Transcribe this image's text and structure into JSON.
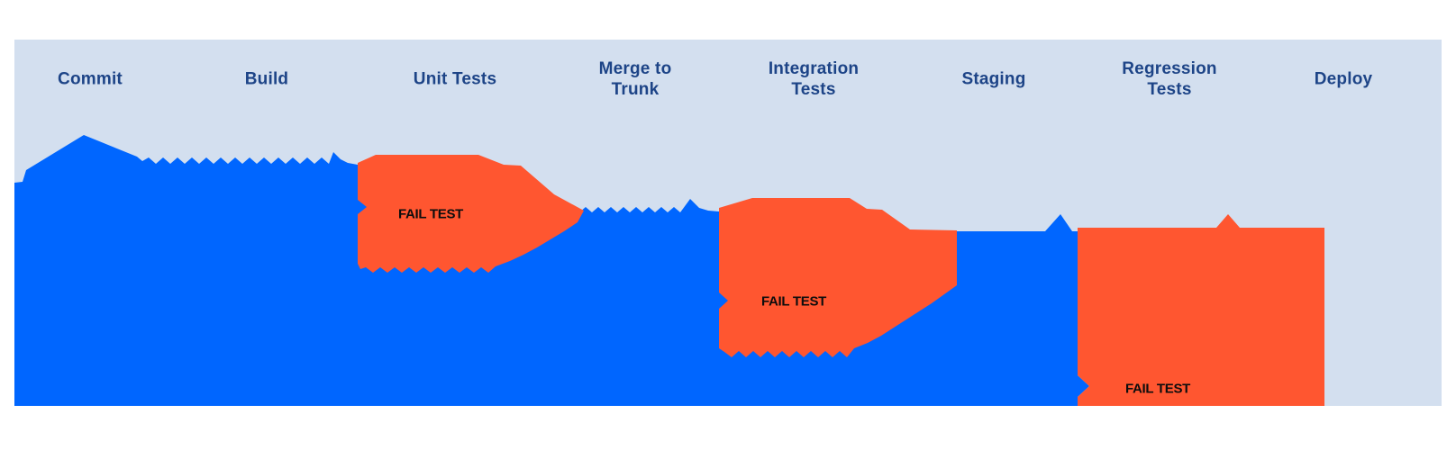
{
  "stages": [
    {
      "label": "Commit"
    },
    {
      "label": "Build"
    },
    {
      "label": "Unit Tests"
    },
    {
      "label": "Merge to\nTrunk"
    },
    {
      "label": "Integration\nTests"
    },
    {
      "label": "Staging"
    },
    {
      "label": "Regression\nTests"
    },
    {
      "label": "Deploy"
    }
  ],
  "fail_labels": [
    {
      "text": "FAIL TEST"
    },
    {
      "text": "FAIL TEST"
    },
    {
      "text": "FAIL TEST"
    }
  ],
  "colors": {
    "pipeline_blue": "#0066ff",
    "fail_orange": "#ff5630",
    "panel_blue": "#d3dfef",
    "label_navy": "#1d4487",
    "fail_text": "#0d0d0d"
  }
}
